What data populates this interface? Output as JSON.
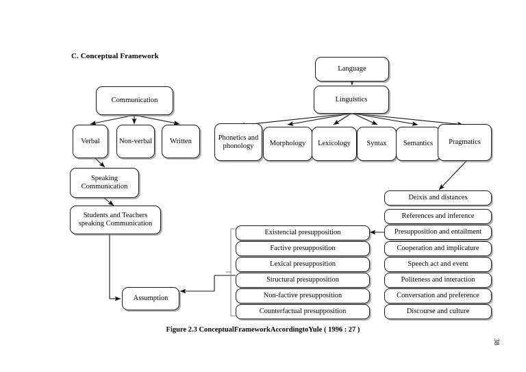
{
  "document": {
    "heading": "C. Conceptual Framework",
    "caption": "Figure 2.3 ConceptualFrameworkAccordingtoYule ( 1996 : 27 )",
    "page_number": "38"
  },
  "colors": {
    "box_border": "#1a1a1a",
    "box_fill": "#ffffff",
    "shadow": "#787878",
    "connector": "#111111",
    "bracket": "#8a8a8a",
    "page_background": "#ffffff"
  },
  "diagram": {
    "type": "flowchart",
    "communication_branch": {
      "root": "Communication",
      "children": [
        "Verbal",
        "Non-verbal",
        "Written"
      ],
      "verbal_chain": [
        "Speaking Communication",
        "Students and Teachers speaking Communication"
      ],
      "outcome": "Assumption"
    },
    "language_branch": {
      "root": "Language",
      "second": "Linguistics",
      "children": [
        "Phonetics and phonology",
        "Morphology",
        "Lexicology",
        "Syntax",
        "Semantics",
        "Pragmatics"
      ]
    },
    "pragmatics_topics": [
      "Deixis and distances",
      "References and inference",
      "Presupposition and entailment",
      "Cooperation and implicature",
      "Speech act and event",
      "Politeness and interaction",
      "Conversation and preference",
      "Discourse and culture"
    ],
    "presupposition_types": [
      "Existencial presupposition",
      "Factive presupposition",
      "Lexical presupposition",
      "Structural presupposition",
      "Non-factive presupposition",
      "Counterfactual presupposition"
    ]
  }
}
